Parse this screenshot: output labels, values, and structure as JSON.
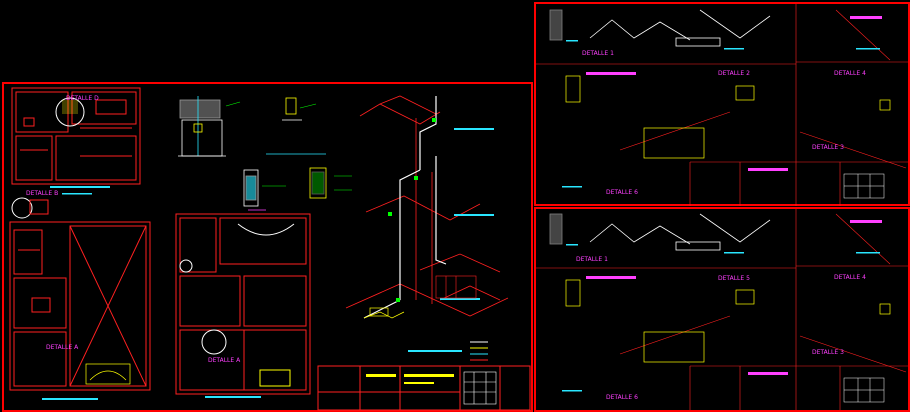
{
  "sheets": {
    "main_plan": {
      "plans": [
        "DETALLE D",
        "DETALLE B",
        "DETALLE A",
        "DETALLE A"
      ]
    },
    "detail_top": {
      "details": [
        "DETALLE 1",
        "DETALLE 2",
        "DETALLE 4",
        "DETALLE 3",
        "DETALLE 6"
      ]
    },
    "detail_bottom": {
      "details": [
        "DETALLE 1",
        "DETALLE 5",
        "DETALLE 4",
        "DETALLE 3",
        "DETALLE 6"
      ]
    }
  },
  "colors": {
    "background": "#000000",
    "frame": "#ff0000",
    "detail_label": "#ff40ff",
    "annotation": "#29e6ff",
    "pipe": "#ffffff",
    "dimension": "#00ff00",
    "note": "#ffff00"
  }
}
